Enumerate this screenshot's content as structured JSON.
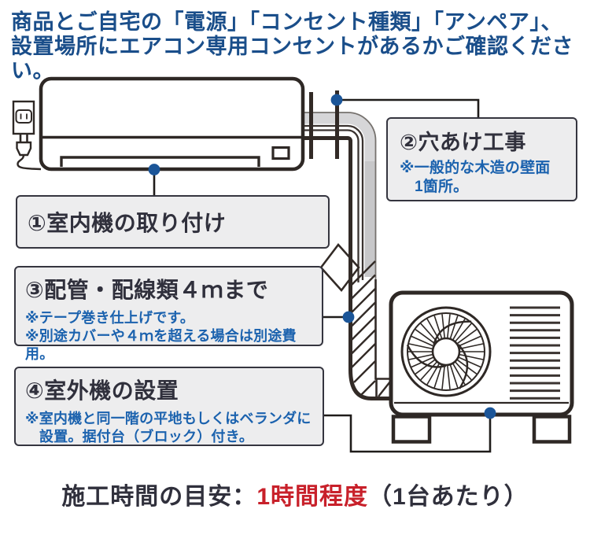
{
  "title": {
    "line1": "商品とご自宅の「電源」「コンセント種類」「アンペア」、",
    "line2": "設置場所にエアコン専用コンセントがあるかご確認ください。"
  },
  "steps": [
    {
      "label": "①室内機の取り付け",
      "notes": []
    },
    {
      "label": "②穴あけ工事",
      "notes": [
        "※一般的な木造の壁面",
        "1箇所。"
      ]
    },
    {
      "label": "③配管・配線類４ｍまで",
      "notes": [
        "※テープ巻き仕上げです。",
        "※別途カバーや４ｍを超える場合は別途費用。"
      ]
    },
    {
      "label": "④室外機の設置",
      "notes": [
        "※室内機と同一階の平地もしくはベランダに",
        "設置。据付台（ブロック）付き。"
      ]
    }
  ],
  "footer": {
    "prefix": "施工時間の目安：",
    "highlight": "1時間程度",
    "suffix": "（1台あたり）"
  },
  "diagram": {
    "components": [
      "indoor-unit",
      "power-outlet",
      "power-plug",
      "wall-section",
      "duct-pipe",
      "tape-wrapped-pipe",
      "outdoor-unit",
      "fan",
      "vent-grille",
      "mounting-blocks"
    ],
    "callout_dots": 4
  },
  "colors": {
    "headline_blue": "#1a4e8a",
    "note_blue": "#1b62ae",
    "highlight_red": "#c8202a",
    "dot_blue": "#1b5598",
    "box_background": "#ededee",
    "box_border": "#35353f",
    "line_art": "#322a26",
    "duct_gray": "#d6d6d8"
  }
}
